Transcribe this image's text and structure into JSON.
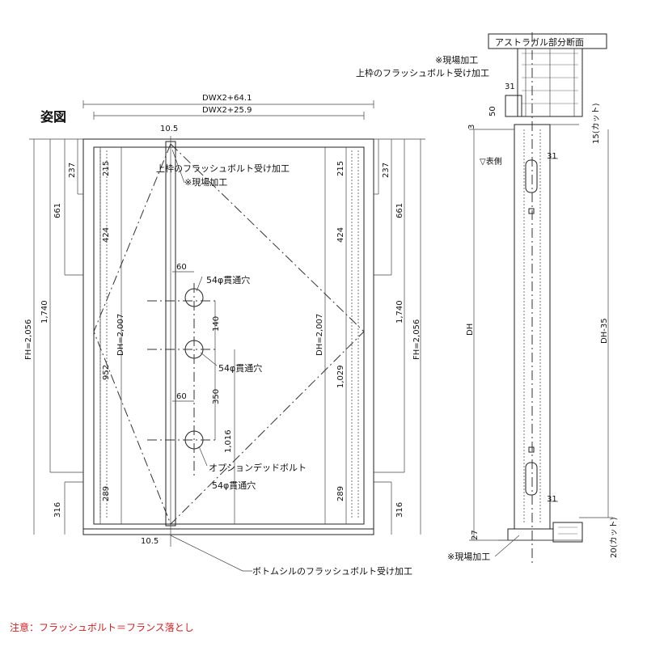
{
  "title": "姿図",
  "section_title": "アストラガル部分断面",
  "note": "注意：フラッシュボルト＝フランス落とし",
  "dims": {
    "top_total": "DWX2+64.1",
    "top_inner": "DWX2+25.9",
    "gap_top": "10.5",
    "gap_bottom": "10.5",
    "left_237": "237",
    "left_661": "661",
    "left_1740": "1,740",
    "left_fh": "FH=2,056",
    "left_316": "316",
    "right_237": "237",
    "right_661": "661",
    "right_1740": "1,740",
    "right_fh": "FH=2,056",
    "right_316": "316",
    "l_215": "215",
    "l_424": "424",
    "l_dh": "DH=2,007",
    "l_952": "952",
    "l_289": "289",
    "r_215": "215",
    "r_424": "424",
    "r_dh": "DH=2,007",
    "r_1029": "1,029",
    "r_289": "289",
    "d_60a": "60",
    "d_140": "140",
    "d_60b": "60",
    "d_350": "350",
    "d_1016": "1,016"
  },
  "labels": {
    "top_bolt_receiver": "上枠のフラッシュボルト受け加工",
    "site_work": "※現場加工",
    "hole1": "54φ貫通穴",
    "hole2": "54φ貫通穴",
    "option_bolt": "オプションデッドボルト",
    "hole3": "54φ貫通穴",
    "bottom_sill": "ボトムシルのフラッシュボルト受け加工"
  },
  "section": {
    "site_work_top": "※現場加工",
    "bolt_receiver_top": "上枠のフラッシュボルト受け加工",
    "d_31_top": "31",
    "d_50": "50",
    "d_3": "3",
    "d_15cut": "15(カット)",
    "d_31_mid": "31",
    "face_side": "▽表側",
    "dh": "DH",
    "dh_35": "DH-35",
    "d_31_bot": "31",
    "d_27": "27",
    "d_20cut": "20(カット)",
    "site_work_bottom": "※現場加工"
  }
}
